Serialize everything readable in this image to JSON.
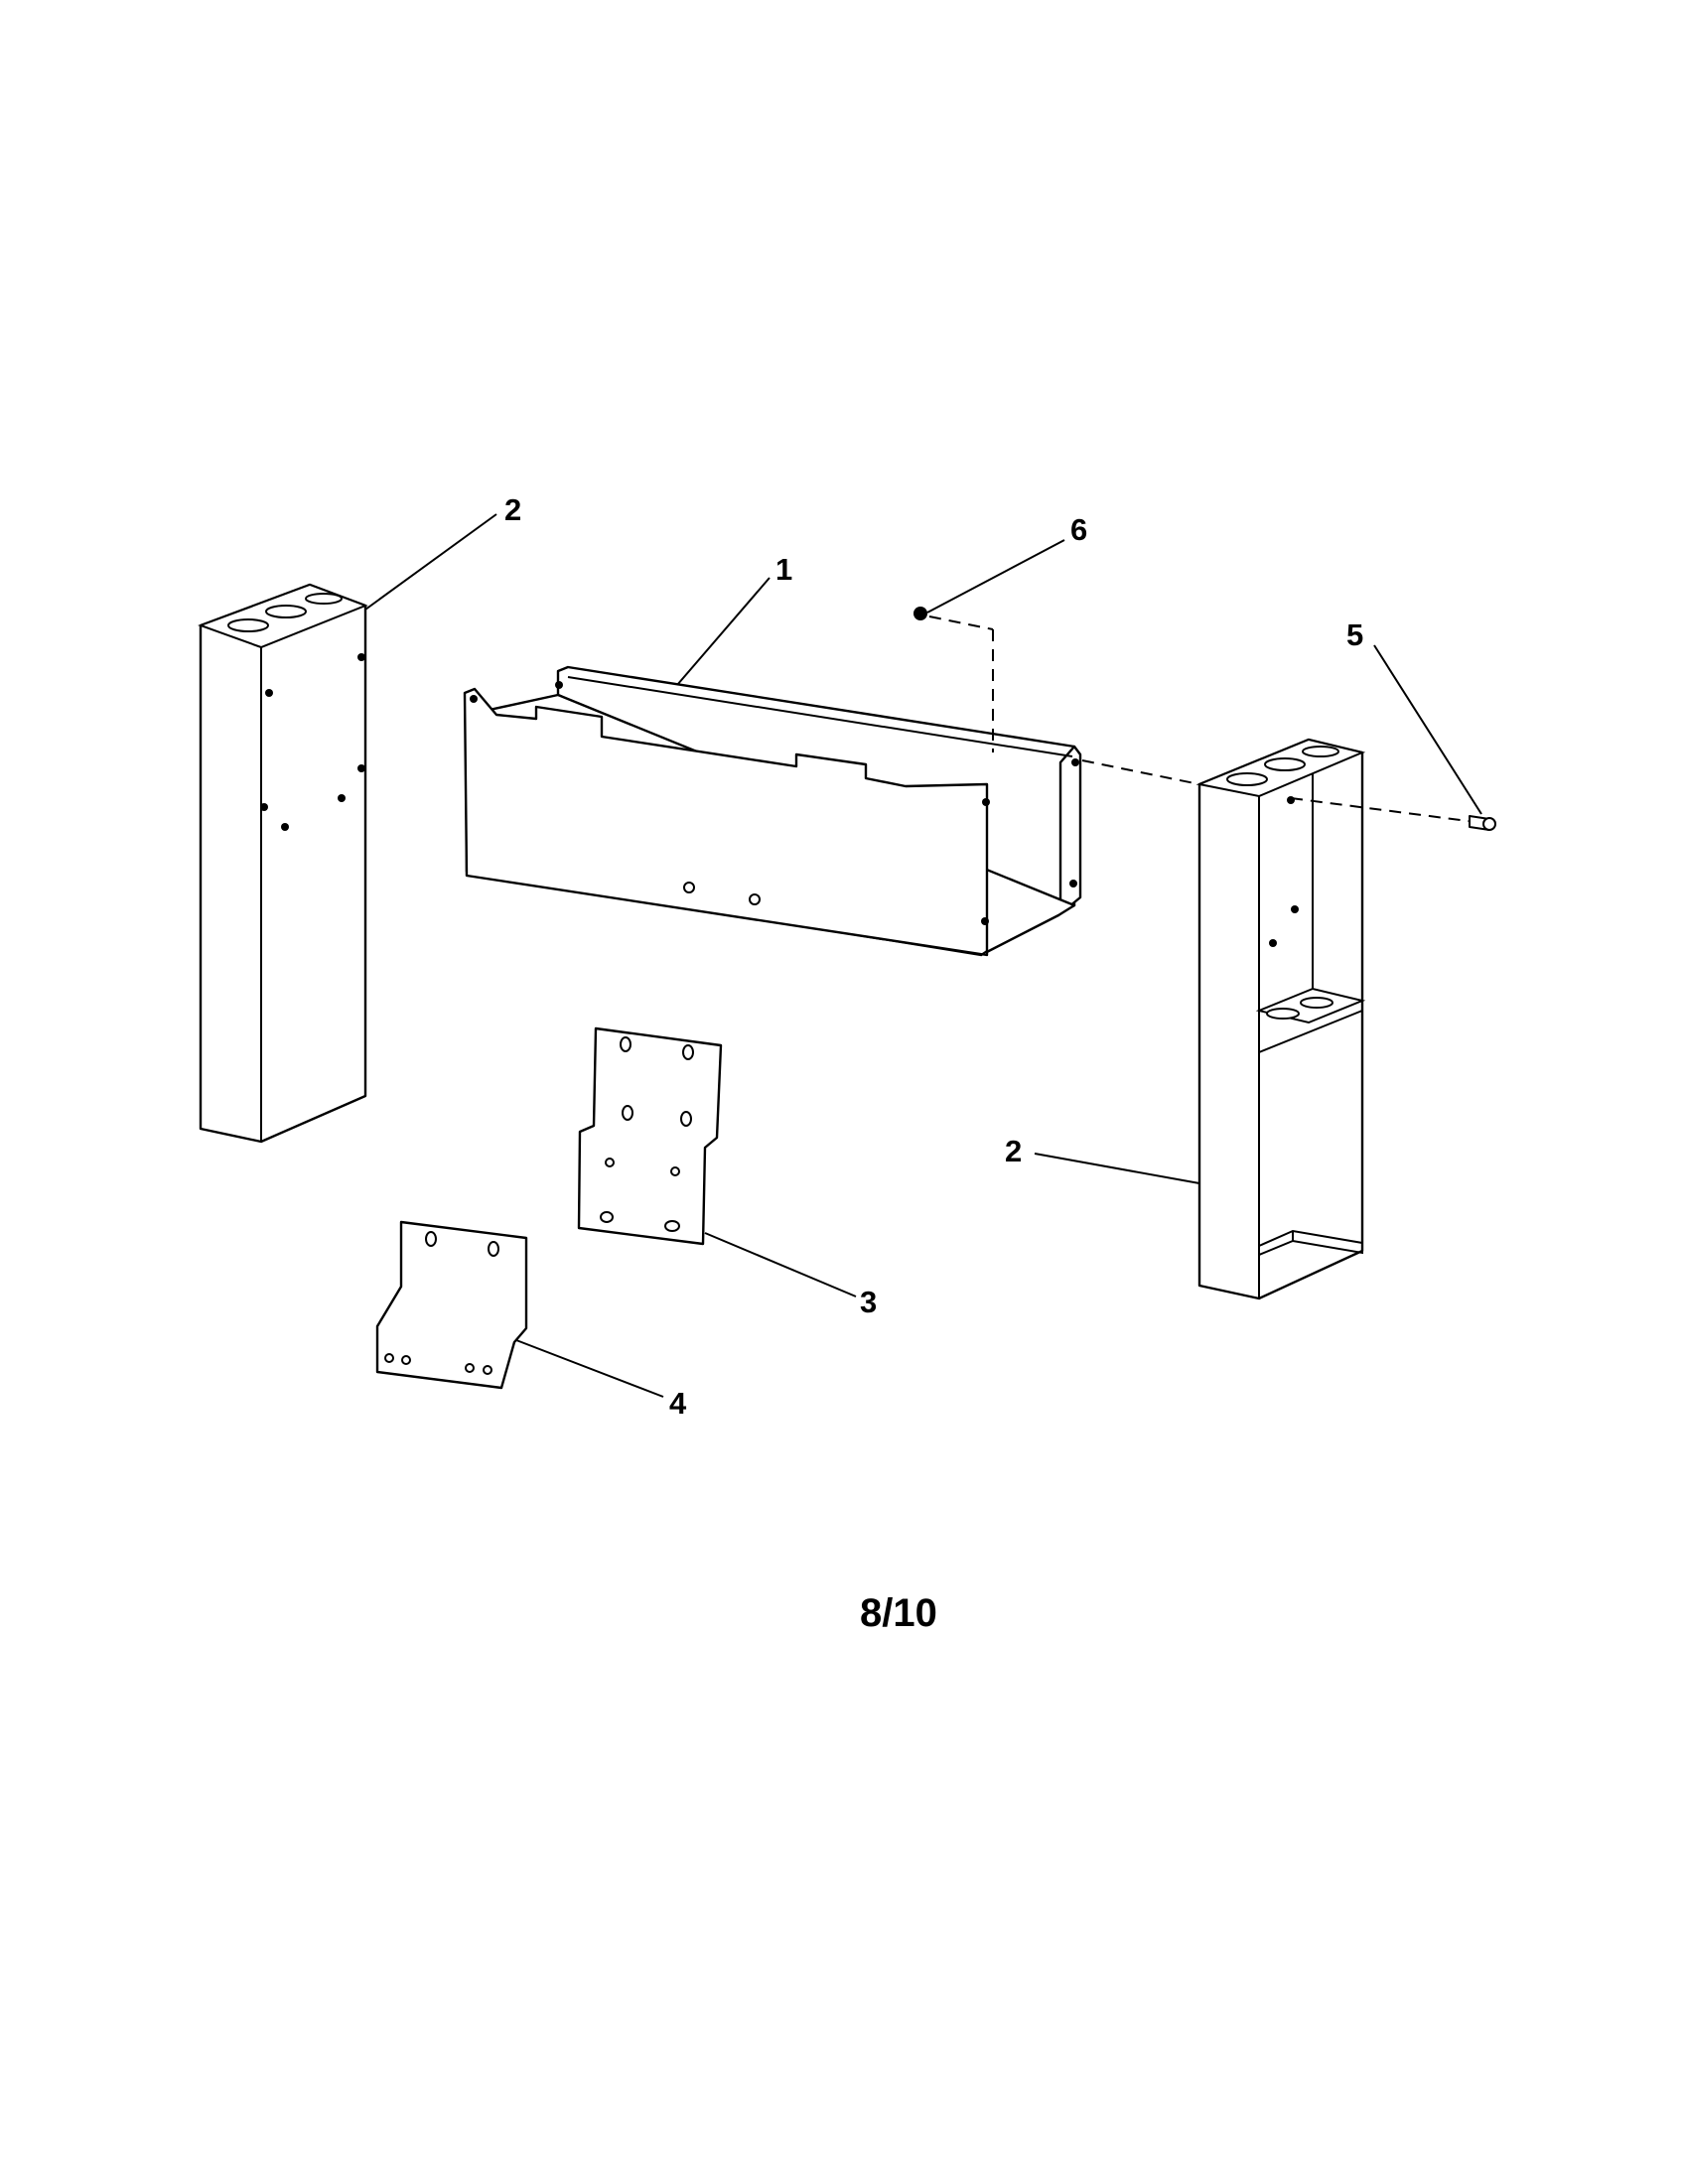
{
  "callouts": {
    "part_1": "1",
    "part_2_left": "2",
    "part_2_right": "2",
    "part_3": "3",
    "part_4": "4",
    "part_5": "5",
    "part_6": "6"
  },
  "page_number": "8/10"
}
